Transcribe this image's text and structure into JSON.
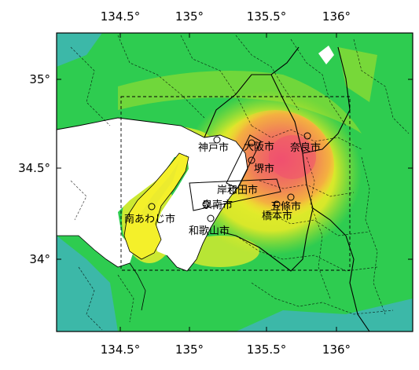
{
  "map": {
    "x_axis_ticks": [
      "134.5°",
      "135°",
      "135.5°",
      "136°"
    ],
    "y_axis_ticks": [
      "35°",
      "34.5°",
      "34°"
    ],
    "colors": {
      "sea": "#ffffff",
      "coast_low": "#3cb8a8",
      "land_base": "#2ecc50",
      "land_light": "#a8e02a",
      "moderate": "#f4f02a",
      "high": "#f07c5a",
      "very_high": "#f05070",
      "boundary": "#000000"
    },
    "cities": [
      {
        "name": "神戸市"
      },
      {
        "name": "大阪市"
      },
      {
        "name": "奈良市"
      },
      {
        "name": "堺市"
      },
      {
        "name": "岸和田市"
      },
      {
        "name": "泉南市"
      },
      {
        "name": "五條市"
      },
      {
        "name": "橋本市"
      },
      {
        "name": "南あわじ市"
      },
      {
        "name": "和歌山市"
      }
    ]
  }
}
